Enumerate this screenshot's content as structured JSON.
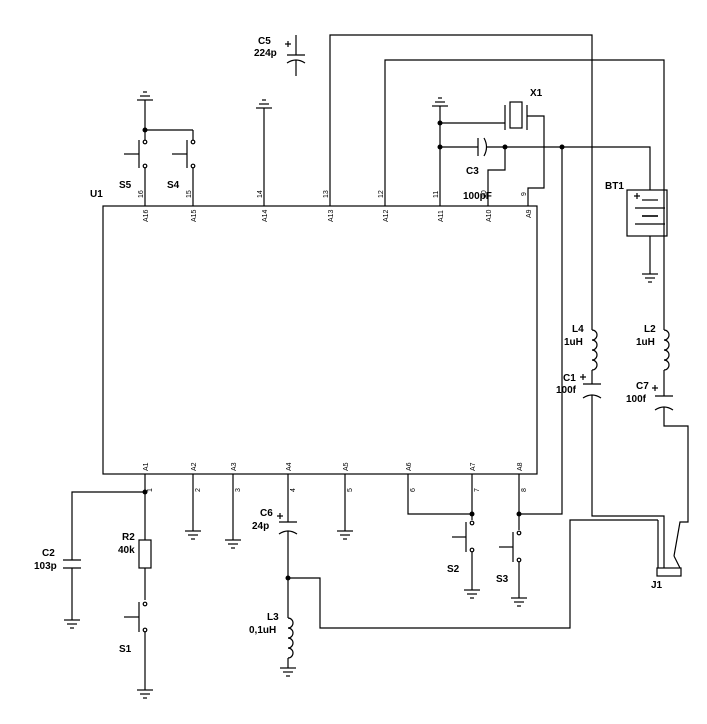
{
  "ic": {
    "ref": "U1",
    "top_pins": [
      {
        "num": "16",
        "name": "A16"
      },
      {
        "num": "15",
        "name": "A15"
      },
      {
        "num": "14",
        "name": "A14"
      },
      {
        "num": "13",
        "name": "A13"
      },
      {
        "num": "12",
        "name": "A12"
      },
      {
        "num": "11",
        "name": "A11"
      },
      {
        "num": "10",
        "name": "A10"
      },
      {
        "num": "9",
        "name": "A9"
      }
    ],
    "bottom_pins": [
      {
        "num": "1",
        "name": "A1"
      },
      {
        "num": "2",
        "name": "A2"
      },
      {
        "num": "3",
        "name": "A3"
      },
      {
        "num": "4",
        "name": "A4"
      },
      {
        "num": "5",
        "name": "A5"
      },
      {
        "num": "6",
        "name": "A6"
      },
      {
        "num": "7",
        "name": "A7"
      },
      {
        "num": "8",
        "name": "A8"
      }
    ]
  },
  "components": {
    "c5": {
      "ref": "C5",
      "value": "224p"
    },
    "x1": {
      "ref": "X1"
    },
    "c3": {
      "ref": "C3",
      "value": "100pF"
    },
    "bt1": {
      "ref": "BT1"
    },
    "s5": {
      "ref": "S5"
    },
    "s4": {
      "ref": "S4"
    },
    "l4": {
      "ref": "L4",
      "value": "1uH"
    },
    "c1": {
      "ref": "C1",
      "value": "100f"
    },
    "l2": {
      "ref": "L2",
      "value": "1uH"
    },
    "c7": {
      "ref": "C7",
      "value": "100f"
    },
    "c2": {
      "ref": "C2",
      "value": "103p"
    },
    "r2": {
      "ref": "R2",
      "value": "40k"
    },
    "s1": {
      "ref": "S1"
    },
    "c6": {
      "ref": "C6",
      "value": "24p"
    },
    "l3": {
      "ref": "L3",
      "value": "0,1uH"
    },
    "s2": {
      "ref": "S2"
    },
    "s3": {
      "ref": "S3"
    },
    "j1": {
      "ref": "J1"
    }
  }
}
